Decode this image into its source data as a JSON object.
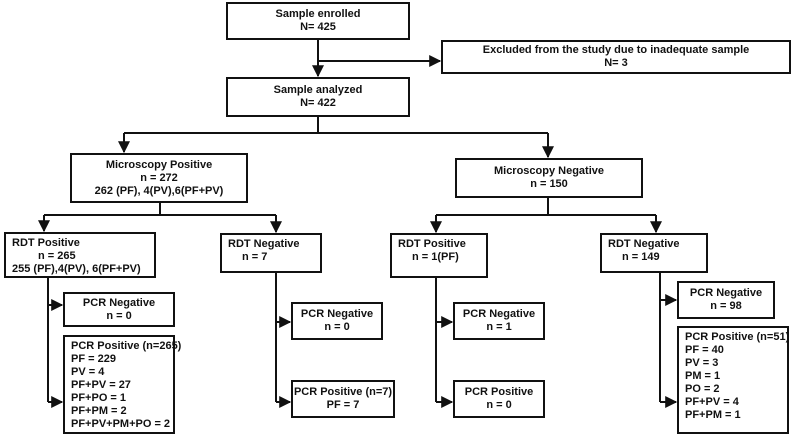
{
  "flowchart": {
    "enrolled": {
      "title": "Sample enrolled",
      "count": "N= 425"
    },
    "excluded": {
      "title": "Excluded from the study due to inadequate sample",
      "count": "N= 3"
    },
    "analyzed": {
      "title": "Sample analyzed",
      "count": "N= 422"
    },
    "micro_pos": {
      "title": "Microscopy Positive",
      "count": "n = 272",
      "detail": "262 (PF), 4(PV),6(PF+PV)"
    },
    "micro_neg": {
      "title": "Microscopy Negative",
      "count": "n  = 150"
    },
    "rdt_pos_1": {
      "title": "RDT Positive",
      "count": "n = 265",
      "detail": "255 (PF),4(PV), 6(PF+PV)"
    },
    "rdt_neg_1": {
      "title": "RDT Negative",
      "count": "n = 7"
    },
    "rdt_pos_2": {
      "title": "RDT Positive",
      "count": "n = 1(PF)"
    },
    "rdt_neg_2": {
      "title": "RDT Negative",
      "count": "n = 149"
    },
    "pcr_neg_1": {
      "title": "PCR Negative",
      "count": "n = 0"
    },
    "pcr_pos_1": {
      "title": "PCR Positive (n=265)",
      "lines": [
        "PF = 229",
        "PV = 4",
        "PF+PV = 27",
        "PF+PO = 1",
        "PF+PM = 2",
        "PF+PV+PM+PO = 2"
      ]
    },
    "pcr_neg_2": {
      "title": "PCR Negative",
      "count": "n = 0"
    },
    "pcr_pos_2": {
      "title": "PCR Positive (n=7)",
      "count": "PF = 7"
    },
    "pcr_neg_3": {
      "title": "PCR Negative",
      "count": "n = 1"
    },
    "pcr_pos_3": {
      "title": "PCR Positive",
      "count": "n = 0"
    },
    "pcr_neg_4": {
      "title": "PCR Negative",
      "count": "n = 98"
    },
    "pcr_pos_4": {
      "title": "PCR Positive (n=51)",
      "lines": [
        "PF = 40",
        "PV = 3",
        "PM = 1",
        "PO = 2",
        "PF+PV = 4",
        "PF+PM = 1"
      ]
    }
  }
}
